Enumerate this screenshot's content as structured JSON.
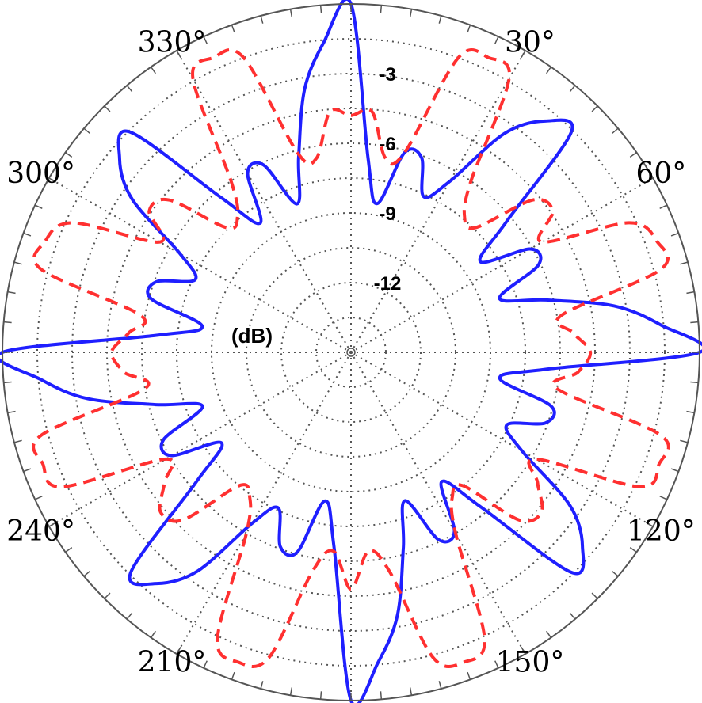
{
  "chart_data": {
    "type": "polar-line",
    "unit_label": "(dB)",
    "theta_direction": "clockwise",
    "theta_zero": "top",
    "angle_ticks": [
      {
        "deg": 0,
        "label": ""
      },
      {
        "deg": 30,
        "label": "30°"
      },
      {
        "deg": 60,
        "label": "60°"
      },
      {
        "deg": 90,
        "label": ""
      },
      {
        "deg": 120,
        "label": "120°"
      },
      {
        "deg": 150,
        "label": "150°"
      },
      {
        "deg": 180,
        "label": ""
      },
      {
        "deg": 210,
        "label": "210°"
      },
      {
        "deg": 240,
        "label": "240°"
      },
      {
        "deg": 270,
        "label": ""
      },
      {
        "deg": 300,
        "label": "300°"
      },
      {
        "deg": 330,
        "label": "330°"
      }
    ],
    "radial_ticks": [
      {
        "value": -3,
        "label": "-3"
      },
      {
        "value": -6,
        "label": "-6"
      },
      {
        "value": -9,
        "label": "-9"
      },
      {
        "value": -12,
        "label": "-12"
      }
    ],
    "radial_range": [
      -15,
      0
    ],
    "grid": true,
    "series": [
      {
        "style": "solid",
        "color": "#1f1fff",
        "theta": [
          0,
          5,
          10,
          15,
          20,
          25,
          30,
          35,
          40,
          45,
          50,
          55,
          60,
          65,
          70,
          75,
          80,
          85,
          90,
          95,
          100,
          105,
          110,
          115,
          120,
          125,
          130,
          135,
          140,
          145,
          150,
          155,
          160,
          165,
          170,
          175,
          180,
          185,
          190,
          195,
          200,
          205,
          210,
          215,
          220,
          225,
          230,
          235,
          240,
          245,
          250,
          255,
          260,
          265,
          270,
          275,
          280,
          285,
          290,
          295,
          300,
          305,
          310,
          315,
          320,
          325,
          330,
          335,
          340,
          345,
          350,
          355
        ],
        "r": [
          0,
          -6.6,
          -8.5,
          -6.1,
          -6.1,
          -7.6,
          -6.5,
          -3.5,
          -2.0,
          -1.6,
          -6.3,
          -8.2,
          -6.1,
          -6.1,
          -8.2,
          -6.3,
          -3.5,
          -1.6,
          0,
          -6.6,
          -8.5,
          -6.1,
          -6.1,
          -7.6,
          -6.5,
          -3.5,
          -2.0,
          -1.6,
          -6.3,
          -8.2,
          -6.1,
          -6.1,
          -8.2,
          -6.3,
          -3.5,
          -1.6,
          0,
          -6.6,
          -8.5,
          -6.1,
          -6.1,
          -7.6,
          -6.5,
          -3.5,
          -2.0,
          -1.6,
          -6.3,
          -8.2,
          -6.1,
          -6.1,
          -8.2,
          -6.3,
          -3.5,
          -1.6,
          0,
          -6.6,
          -8.5,
          -6.1,
          -6.1,
          -7.6,
          -6.5,
          -3.5,
          -2.0,
          -1.6,
          -6.3,
          -8.2,
          -6.1,
          -6.1,
          -8.2,
          -6.3,
          -3.5,
          -1.6
        ]
      },
      {
        "style": "dashed",
        "color": "#ff3030",
        "theta": [
          0,
          5,
          10,
          15,
          20,
          25,
          30,
          35,
          40,
          45,
          50,
          55,
          60,
          65,
          70,
          75,
          80,
          85,
          90,
          95,
          100,
          105,
          110,
          115,
          120,
          125,
          130,
          135,
          140,
          145,
          150,
          155,
          160,
          165,
          170,
          175,
          180,
          185,
          190,
          195,
          200,
          205,
          210,
          215,
          220,
          225,
          230,
          235,
          240,
          245,
          250,
          255,
          260,
          265,
          270,
          275,
          280,
          285,
          290,
          295,
          300,
          305,
          310,
          315,
          320,
          325,
          330,
          335,
          340,
          345,
          350,
          355
        ],
        "r": [
          -4.8,
          -4.6,
          -6.5,
          -6.1,
          -1.5,
          -1.0,
          -1.4,
          -6.0,
          -7.4,
          -7.4,
          -4.8,
          -4.4,
          -5.5,
          -1.8,
          -1.0,
          -1.2,
          -5.8,
          -5.4,
          -4.7,
          -5.2,
          -6.0,
          -1.2,
          -0.9,
          -1.3,
          -5.8,
          -5.2,
          -4.3,
          -4.8,
          -7.5,
          -7.4,
          -6.0,
          -1.4,
          -0.8,
          -1.4,
          -5.4,
          -6.4,
          -4.8,
          -6.4,
          -5.4,
          -1.4,
          -0.8,
          -1.4,
          -6.0,
          -7.4,
          -7.5,
          -4.8,
          -4.3,
          -5.2,
          -5.8,
          -1.3,
          -0.9,
          -1.2,
          -6.0,
          -5.2,
          -4.7,
          -5.4,
          -5.8,
          -1.2,
          -1.0,
          -1.8,
          -5.5,
          -4.4,
          -4.8,
          -7.4,
          -7.4,
          -6.0,
          -1.4,
          -1.0,
          -1.5,
          -6.1,
          -6.5,
          -4.6
        ]
      }
    ]
  }
}
